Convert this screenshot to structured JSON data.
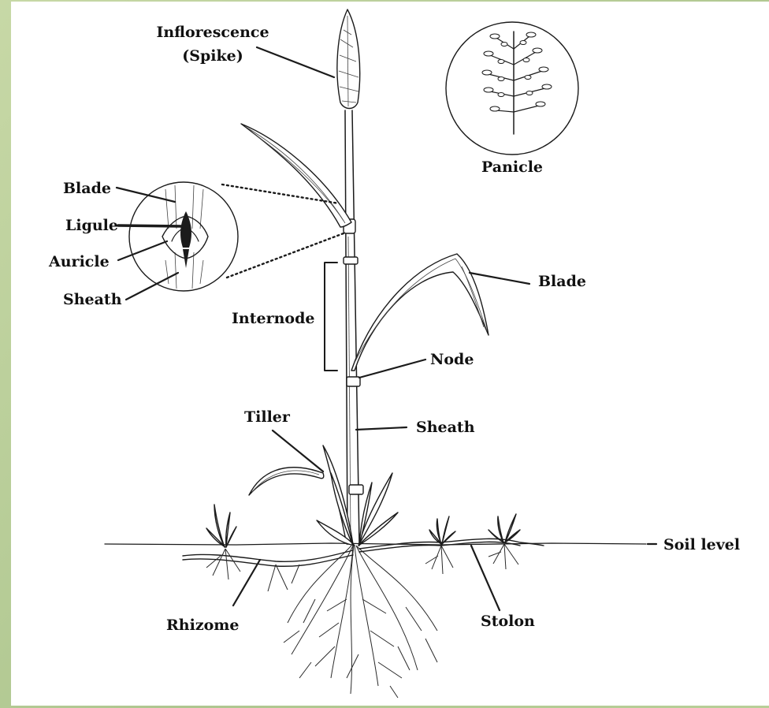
{
  "labels": {
    "inflorescence_line1": "Inflorescence",
    "inflorescence_line2": "(Spike)",
    "panicle": "Panicle",
    "inset_blade": "Blade",
    "inset_ligule": "Ligule",
    "inset_auricle": "Auricle",
    "inset_sheath": "Sheath",
    "internode": "Internode",
    "blade": "Blade",
    "node": "Node",
    "tiller": "Tiller",
    "sheath": "Sheath",
    "soil_level": "Soil level",
    "rhizome": "Rhizome",
    "stolon": "Stolon"
  },
  "colors": {
    "frame_background": "#b9cc9a",
    "paper": "#ffffff",
    "ink": "#1b1b1b"
  }
}
